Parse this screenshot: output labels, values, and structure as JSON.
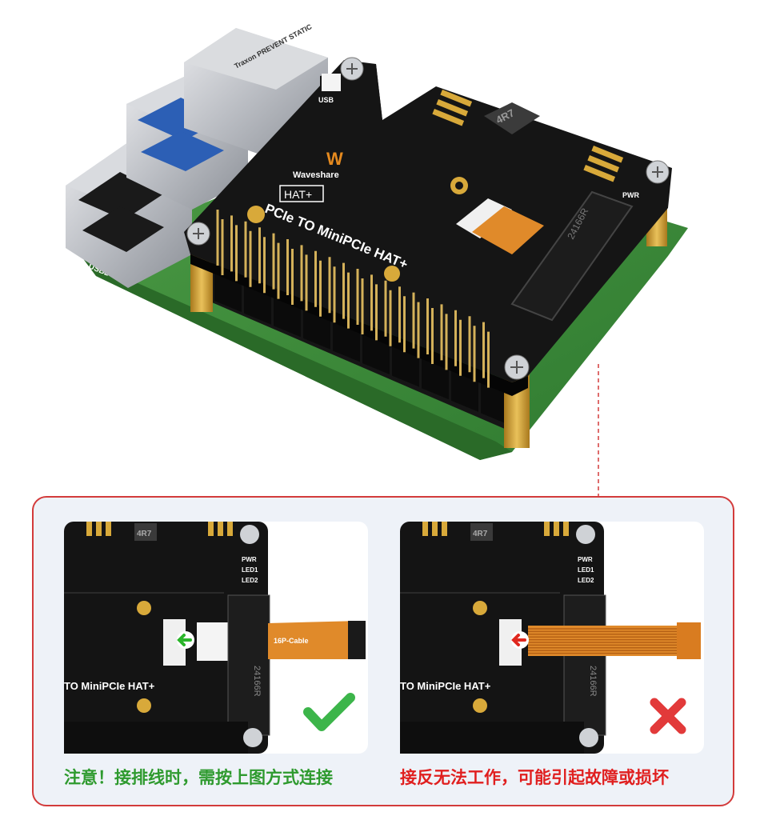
{
  "product": {
    "brand_logo": "Waveshare",
    "silk_hat": "HAT+",
    "silk_title": "PCIe TO MiniPCIe HAT+",
    "silk_usb": "USB",
    "silk_pwr": "PWR",
    "silk_led1": "LED1",
    "silk_led2": "LED2",
    "connector_marking": "24166R",
    "inductor_marking": "4R7",
    "cable_label": "16P-Cable",
    "jack_text": "Traxon PREVENT STATIC"
  },
  "panels": {
    "correct": {
      "board_title": "TO MiniPCIe HAT+",
      "caption": "注意！接排线时，需按上图方式连接",
      "caption_color": "#2e9a2e",
      "mark_color": "#3cb54a",
      "arrow_color": "#2bb52b"
    },
    "wrong": {
      "board_title": "TO MiniPCIe HAT+",
      "caption": "接反无法工作，可能引起故障或损坏",
      "caption_color": "#e01f1f",
      "mark_color": "#e23a3a",
      "arrow_color": "#e0281f"
    }
  },
  "colors": {
    "pcb_black": "#141414",
    "pcb_green": "#3f8f3c",
    "gold": "#c99a2e",
    "callout_border": "#d33b3b",
    "callout_bg": "#eef2f8",
    "flex_orange": "#e08a2a"
  }
}
